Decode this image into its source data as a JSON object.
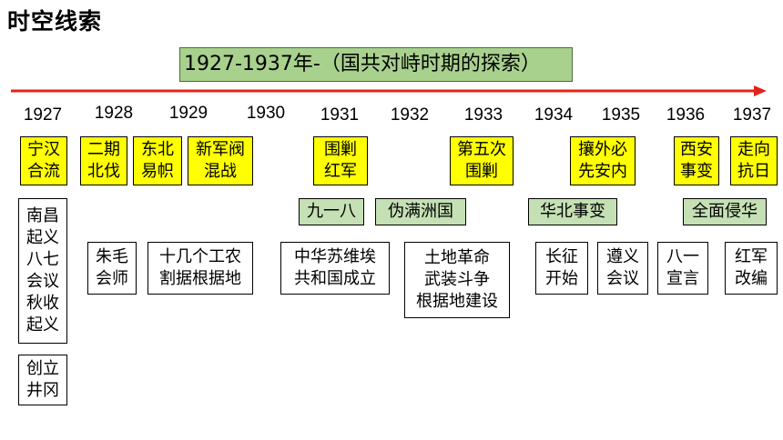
{
  "slide": {
    "title": "时空线索",
    "banner": "1927-1937年-（国共对峙时期的探索）"
  },
  "colors": {
    "arrow": "#e2231a",
    "event_highlight": "#ffff00",
    "international": "#c5e0b4",
    "banner": "#a9d18e"
  },
  "timeline": {
    "years": [
      "1927",
      "1928",
      "1929",
      "1930",
      "1931",
      "1932",
      "1933",
      "1934",
      "1935",
      "1936",
      "1937"
    ]
  },
  "key_events": [
    {
      "line1": "宁汉",
      "line2": "合流"
    },
    {
      "line1": "二期",
      "line2": "北伐"
    },
    {
      "line1": "东北",
      "line2": "易帜"
    },
    {
      "line1": "新军阀",
      "line2": "混战"
    },
    {
      "line1": "围剿",
      "line2": "红军"
    },
    {
      "line1": "第五次",
      "line2": "围剿"
    },
    {
      "line1": "攘外必",
      "line2": "先安内"
    },
    {
      "line1": "西安",
      "line2": "事变"
    },
    {
      "line1": "走向",
      "line2": "抗日"
    }
  ],
  "international_events": [
    "九一八",
    "伪满洲国",
    "华北事变",
    "全面侵华"
  ],
  "cpc_events": {
    "nanchang": [
      "南昌",
      "起义",
      "八七",
      "会议",
      "秋收",
      "起义"
    ],
    "jinggang": [
      "创立",
      "井冈"
    ],
    "zhumao": {
      "line1": "朱毛",
      "line2": "会师"
    },
    "base_areas": {
      "line1": "十几个工农",
      "line2": "割据根据地"
    },
    "soviet": {
      "line1": "中华苏维埃",
      "line2": "共和国成立"
    },
    "land_reform": [
      "土地革命",
      "武装斗争",
      "根据地建设"
    ],
    "long_march": {
      "line1": "长征",
      "line2": "开始"
    },
    "zunyi": {
      "line1": "遵义",
      "line2": "会议"
    },
    "aug1": {
      "line1": "八一",
      "line2": "宣言"
    },
    "red_army": {
      "line1": "红军",
      "line2": "改编"
    }
  }
}
